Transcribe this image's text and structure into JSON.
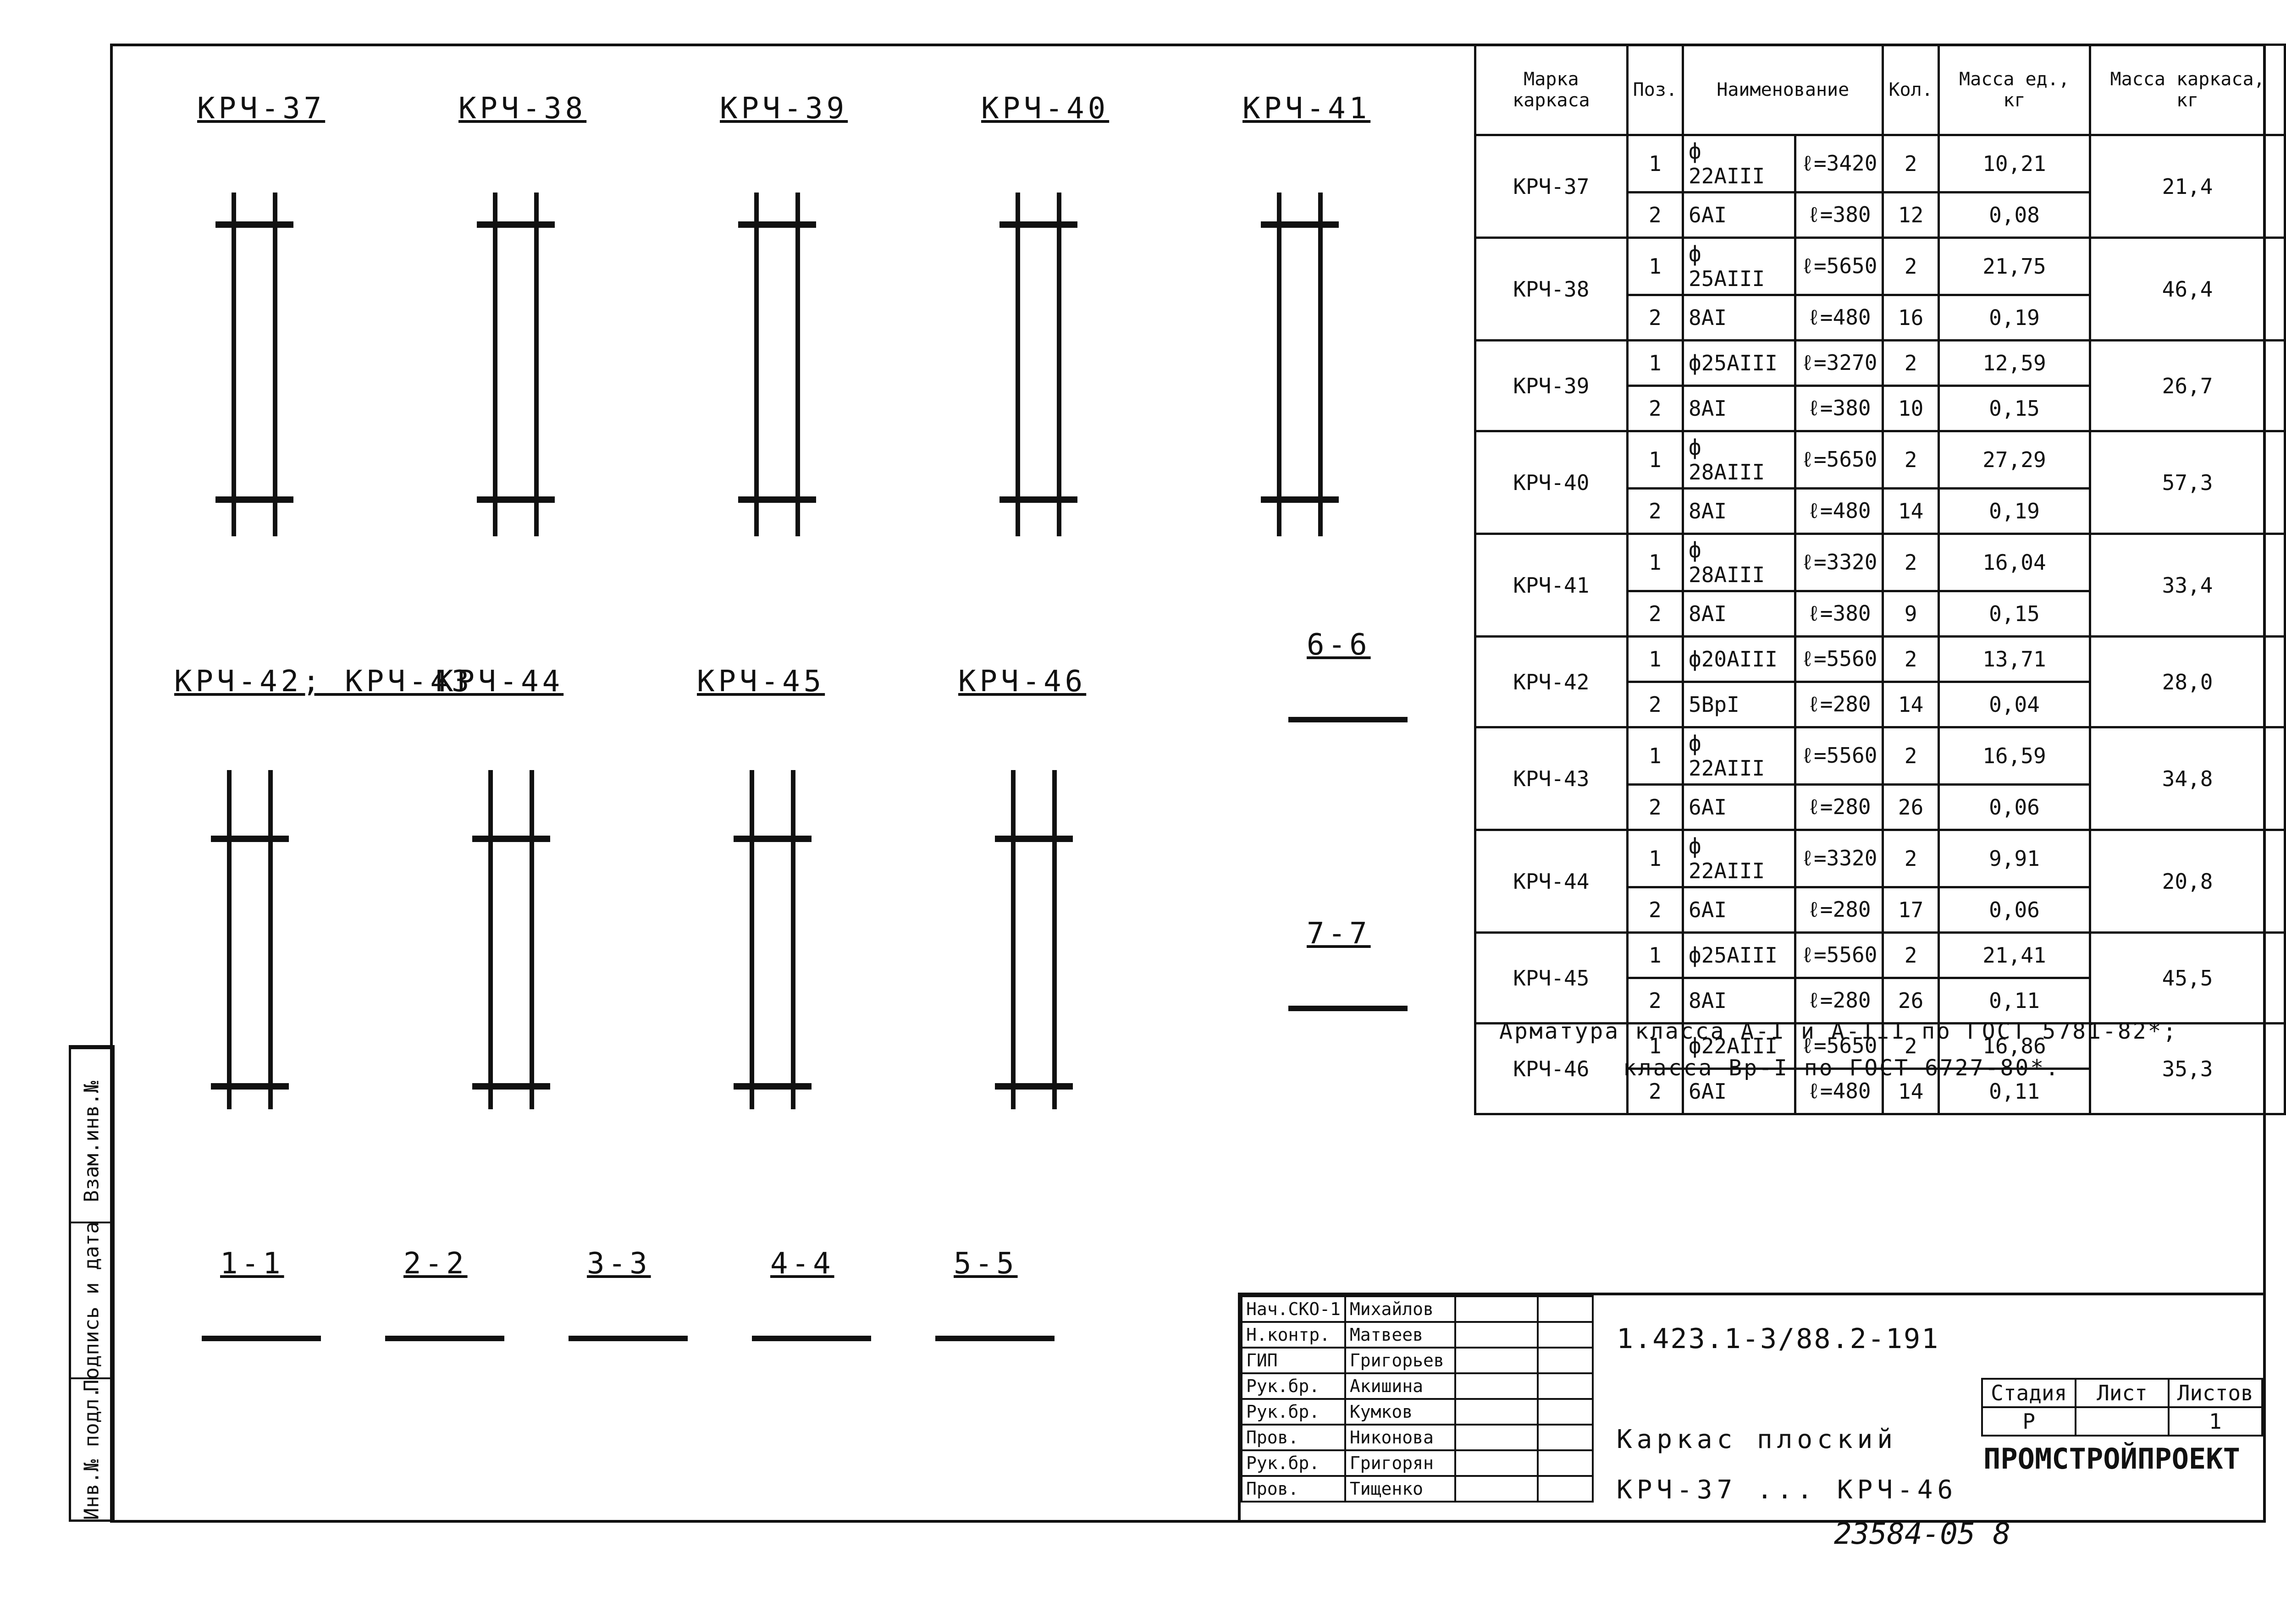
{
  "frames_top": [
    "КРЧ-37",
    "КРЧ-38",
    "КРЧ-39",
    "КРЧ-40",
    "КРЧ-41"
  ],
  "frames_bottom": [
    "КРЧ-42; КРЧ-43",
    "КРЧ-44",
    "КРЧ-45",
    "КРЧ-46"
  ],
  "sections": [
    "1-1",
    "2-2",
    "3-3",
    "4-4",
    "5-5",
    "6-6",
    "7-7"
  ],
  "table": {
    "headers": [
      "Марка каркаса",
      "Поз.",
      "Наименование",
      "Кол.",
      "Масса ед., кг",
      "Масса каркаса, кг"
    ],
    "rows": [
      [
        "КРЧ-37",
        "1",
        "ф 22АIII",
        "ℓ=3420",
        "2",
        "10,21",
        "21,4"
      ],
      [
        "",
        "2",
        "6АI",
        "ℓ=380",
        "12",
        "0,08",
        ""
      ],
      [
        "КРЧ-38",
        "1",
        "ф 25АIII",
        "ℓ=5650",
        "2",
        "21,75",
        "46,4"
      ],
      [
        "",
        "2",
        "8АI",
        "ℓ=480",
        "16",
        "0,19",
        ""
      ],
      [
        "КРЧ-39",
        "1",
        "ф25АIII",
        "ℓ=3270",
        "2",
        "12,59",
        "26,7"
      ],
      [
        "",
        "2",
        "8АI",
        "ℓ=380",
        "10",
        "0,15",
        ""
      ],
      [
        "КРЧ-40",
        "1",
        "ф 28АIII",
        "ℓ=5650",
        "2",
        "27,29",
        "57,3"
      ],
      [
        "",
        "2",
        "8АI",
        "ℓ=480",
        "14",
        "0,19",
        ""
      ],
      [
        "КРЧ-41",
        "1",
        "ф 28АIII",
        "ℓ=3320",
        "2",
        "16,04",
        "33,4"
      ],
      [
        "",
        "2",
        "8АI",
        "ℓ=380",
        "9",
        "0,15",
        ""
      ],
      [
        "КРЧ-42",
        "1",
        "ф20АIII",
        "ℓ=5560",
        "2",
        "13,71",
        "28,0"
      ],
      [
        "",
        "2",
        "5ВрI",
        "ℓ=280",
        "14",
        "0,04",
        ""
      ],
      [
        "КРЧ-43",
        "1",
        "ф 22АIII",
        "ℓ=5560",
        "2",
        "16,59",
        "34,8"
      ],
      [
        "",
        "2",
        "6АI",
        "ℓ=280",
        "26",
        "0,06",
        ""
      ],
      [
        "КРЧ-44",
        "1",
        "ф 22АIII",
        "ℓ=3320",
        "2",
        "9,91",
        "20,8"
      ],
      [
        "",
        "2",
        "6АI",
        "ℓ=280",
        "17",
        "0,06",
        ""
      ],
      [
        "КРЧ-45",
        "1",
        "ф25АIII",
        "ℓ=5560",
        "2",
        "21,41",
        "45,5"
      ],
      [
        "",
        "2",
        "8АI",
        "ℓ=280",
        "26",
        "0,11",
        ""
      ],
      [
        "КРЧ-46",
        "1",
        "ф22АIII",
        "ℓ=5650",
        "2",
        "16,86",
        "35,3"
      ],
      [
        "",
        "2",
        "6АI",
        "ℓ=480",
        "14",
        "0,11",
        ""
      ]
    ]
  },
  "notes": [
    "Арматура класса А-I и А-III по ГОСТ 5781-82*;",
    "класса Вр-I по ГОСТ 6727-80*."
  ],
  "titleblock": {
    "people": [
      [
        "Нач.СКО-1",
        "Михайлов"
      ],
      [
        "Н.контр.",
        "Матвеев"
      ],
      [
        "ГИП",
        "Григорьев"
      ],
      [
        "Рук.бр.",
        "Акишина"
      ],
      [
        "Рук.бр.",
        "Кумков"
      ],
      [
        "Пров.",
        "Никонова"
      ],
      [
        "Рук.бр.",
        "Григорян"
      ],
      [
        "Пров.",
        "Тищенко"
      ]
    ],
    "code": "1.423.1-3/88.2-191",
    "title": [
      "Каркас плоский",
      "КРЧ-37 ... КРЧ-46"
    ],
    "stage_headers": [
      "Стадия",
      "Лист",
      "Листов"
    ],
    "stage_values": [
      "Р",
      "",
      "1"
    ],
    "org": "ПРОМСТРОЙПРОЕКТ"
  },
  "side": [
    "Инв.№ подл.",
    "Подпись и дата",
    "Взам.инв.№"
  ],
  "stamp": "23584-05   8"
}
